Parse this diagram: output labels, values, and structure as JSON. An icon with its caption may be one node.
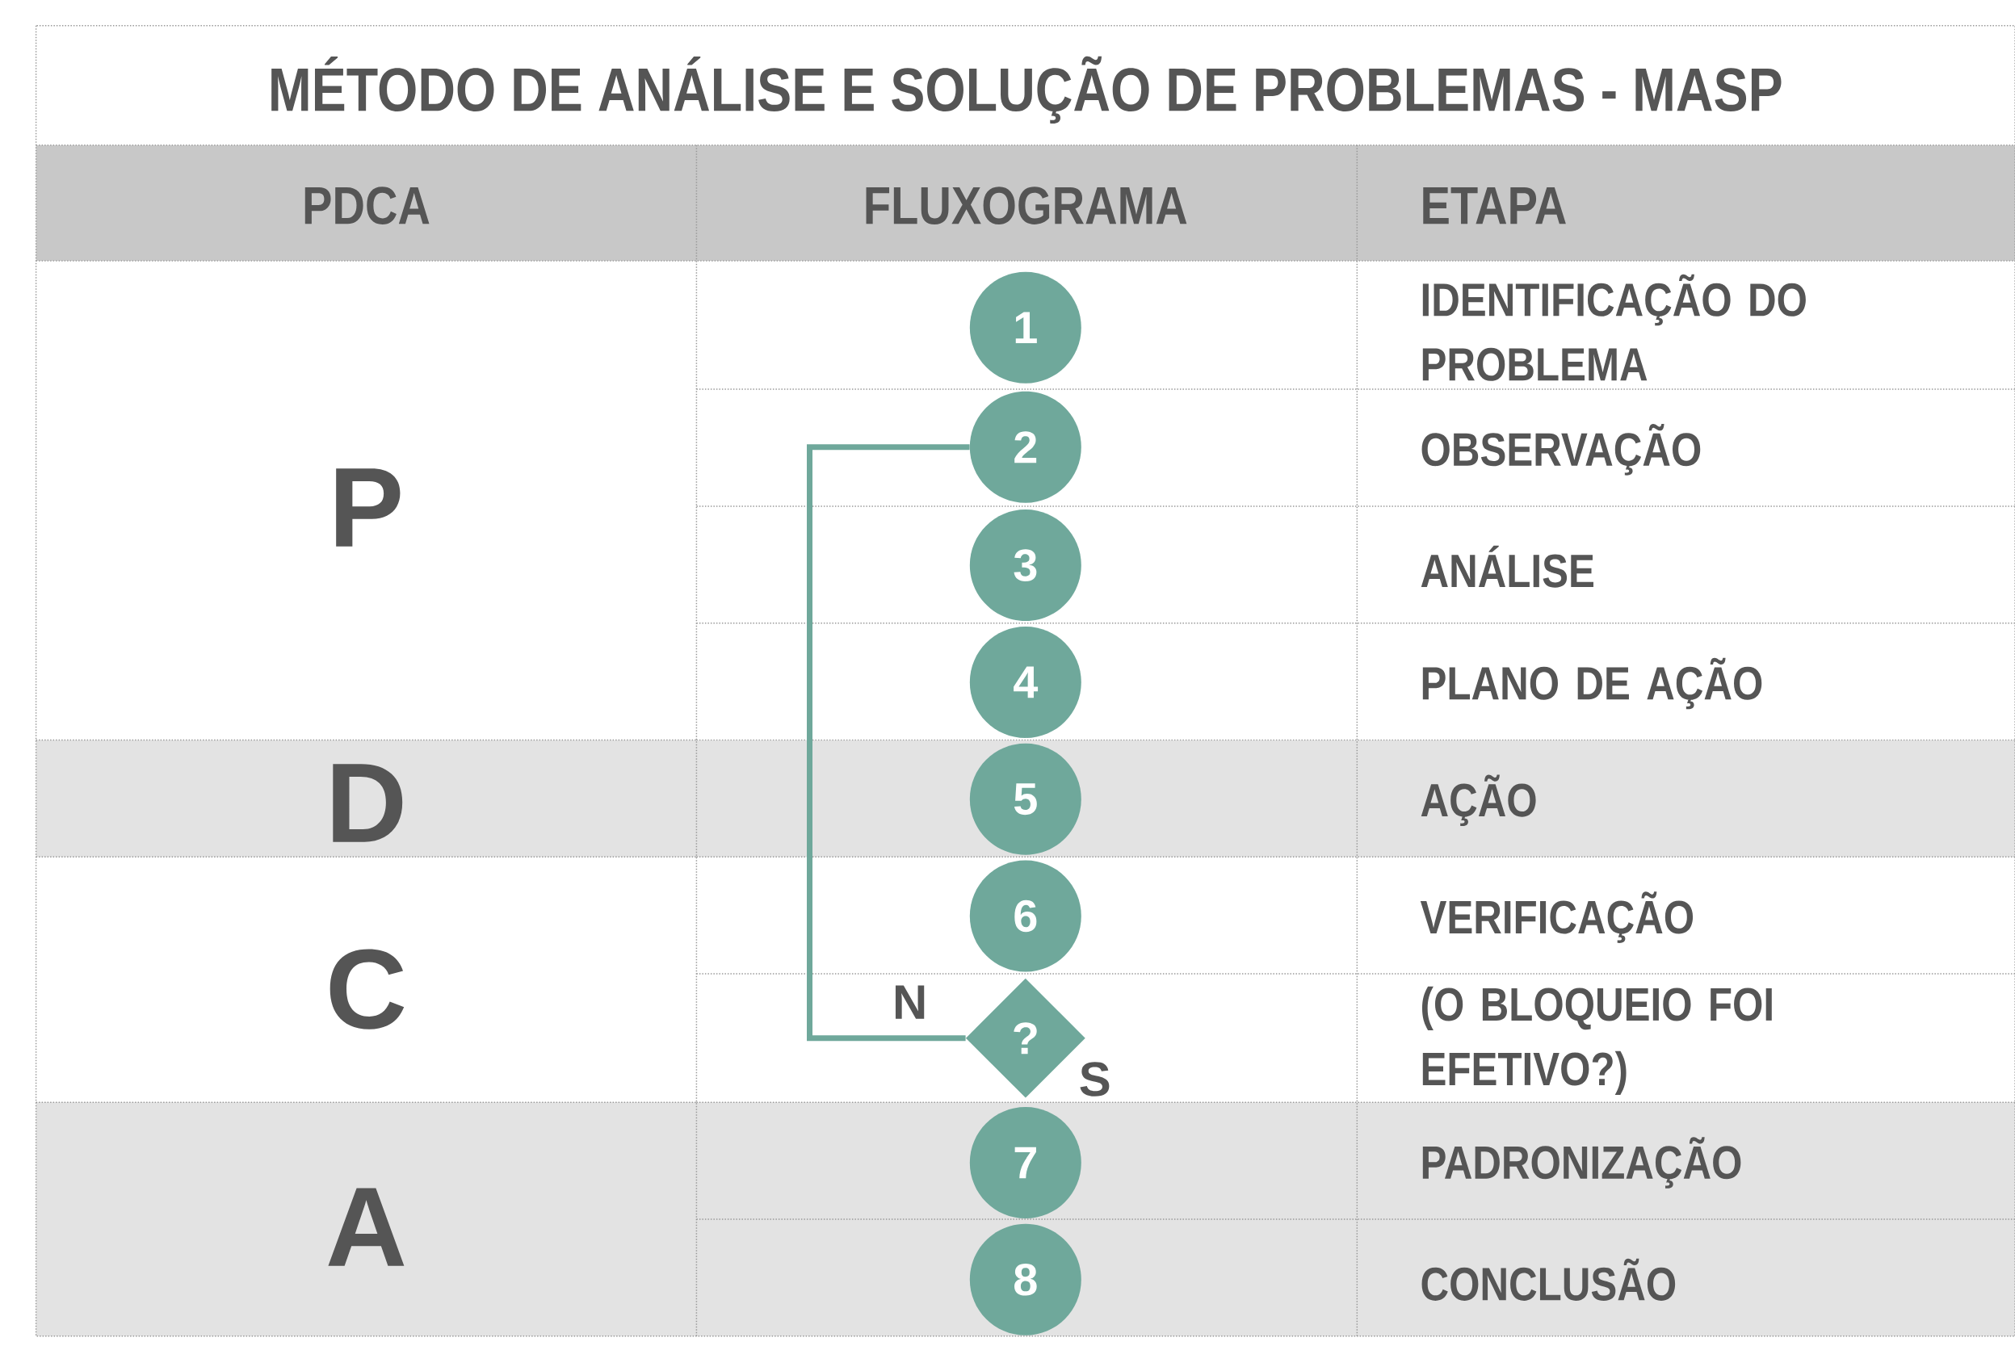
{
  "diagram": {
    "title": "MÉTODO DE ANÁLISE E SOLUÇÃO DE PROBLEMAS - MASP",
    "nodes": [
      {
        "text": [
          "1"
        ]
      },
      {
        "text": [
          "2"
        ]
      },
      {
        "text": [
          "3"
        ]
      },
      {
        "text": [
          "4"
        ]
      },
      {
        "text": [
          "5"
        ]
      },
      {
        "text": [
          "6"
        ]
      },
      {
        "text": [
          "?"
        ]
      },
      {
        "text": [
          "7"
        ]
      },
      {
        "text": [
          "8"
        ]
      }
    ],
    "edges": [
      {
        "from": 6,
        "to": 1,
        "arrow": "none",
        "label": "N"
      }
    ],
    "labels": [
      "PDCA",
      "FLUXOGRAMA",
      "ETAPA",
      "P",
      "IDENTIFICAÇÃO DO PROBLEMA",
      "OBSERVAÇÃO",
      "ANÁLISE",
      "PLANO DE AÇÃO",
      "D",
      "AÇÃO",
      "C",
      "VERIFICAÇÃO",
      "S",
      "(O BLOQUEIO FOI EFETIVO?)",
      "A",
      "PADRONIZAÇÃO",
      "CONCLUSÃO"
    ]
  }
}
